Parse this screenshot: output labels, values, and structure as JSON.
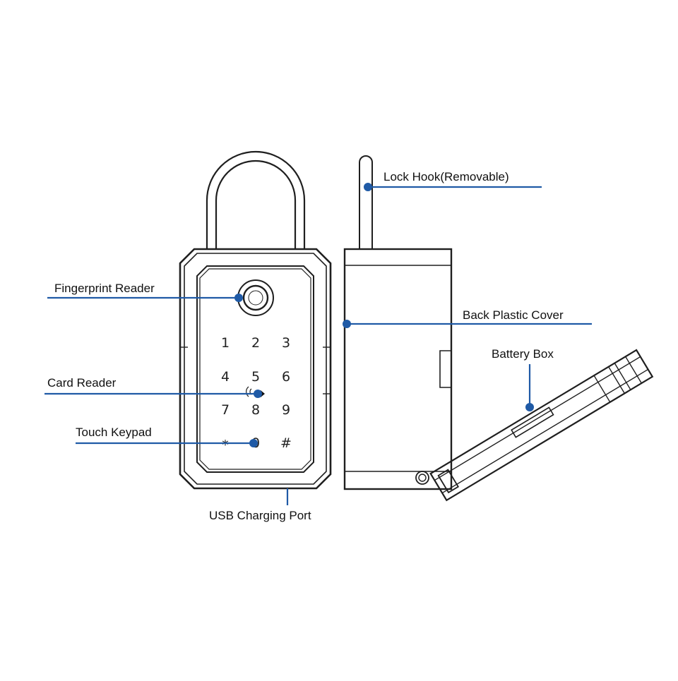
{
  "diagram": {
    "colors": {
      "callout": "#1f5aa6",
      "outline": "#1f1f1f",
      "background": "#ffffff"
    },
    "labels": {
      "lock_hook": "Lock Hook(Removable)",
      "fingerprint_reader": "Fingerprint Reader",
      "back_plastic_cover": "Back Plastic Cover",
      "battery_box": "Battery Box",
      "card_reader": "Card Reader",
      "touch_keypad": "Touch Keypad",
      "usb_charging_port": "USB Charging Port"
    },
    "keypad": {
      "keys": [
        "1",
        "2",
        "3",
        "4",
        "5",
        "6",
        "7",
        "8",
        "9",
        "*",
        "0",
        "#"
      ]
    },
    "icons": [
      "fingerprint-sensor-icon",
      "nfc-wave-icon",
      "screw-icon"
    ]
  }
}
